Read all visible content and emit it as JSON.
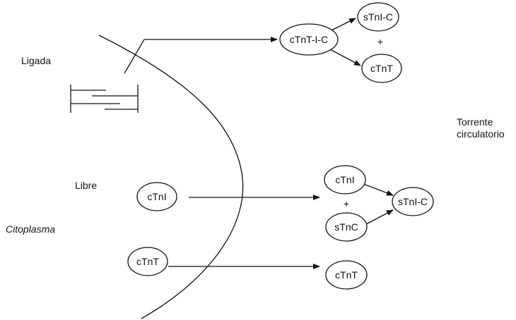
{
  "labels": {
    "ligada": "Ligada",
    "libre": "Libre",
    "citoplasma": "Citoplasma",
    "torrente_line1": "Torrente",
    "torrente_line2": "circulatorio"
  },
  "nodes": {
    "bound_complex": "cTnT-I-C",
    "released_stnic_top": "sTnI-C",
    "released_ctnt_top": "cTnT",
    "free_ctni": "cTnI",
    "free_ctnt": "cTnT",
    "blood_ctni": "cTnI",
    "blood_stnc": "sTnC",
    "blood_stnic": "sTnI-C",
    "blood_ctnt": "cTnT"
  },
  "plus_signs": {
    "top": "+",
    "middle": "+"
  },
  "colors": {
    "stroke": "#111111",
    "background": "#ffffff"
  }
}
